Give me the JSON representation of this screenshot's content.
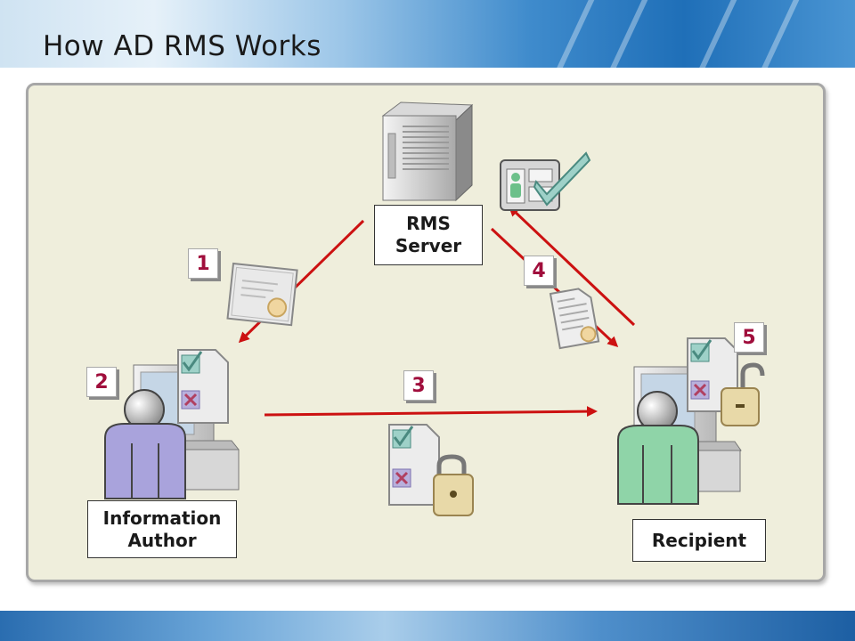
{
  "slide": {
    "title": "How AD RMS Works"
  },
  "labels": {
    "server": "RMS Server",
    "author": "Information Author",
    "recipient": "Recipient"
  },
  "steps": [
    "1",
    "2",
    "3",
    "4",
    "5"
  ],
  "colors": {
    "arrow": "#cc1111",
    "step_number": "#a00e3c",
    "panel_background": "#efeedc",
    "author_person": "#a9a3dc",
    "recipient_person": "#8fd4a8"
  },
  "icons": {
    "server": "server-icon",
    "certificate": "certificate-icon",
    "license": "license-card-icon",
    "document": "document-icon",
    "locked_document": "locked-document-icon"
  }
}
